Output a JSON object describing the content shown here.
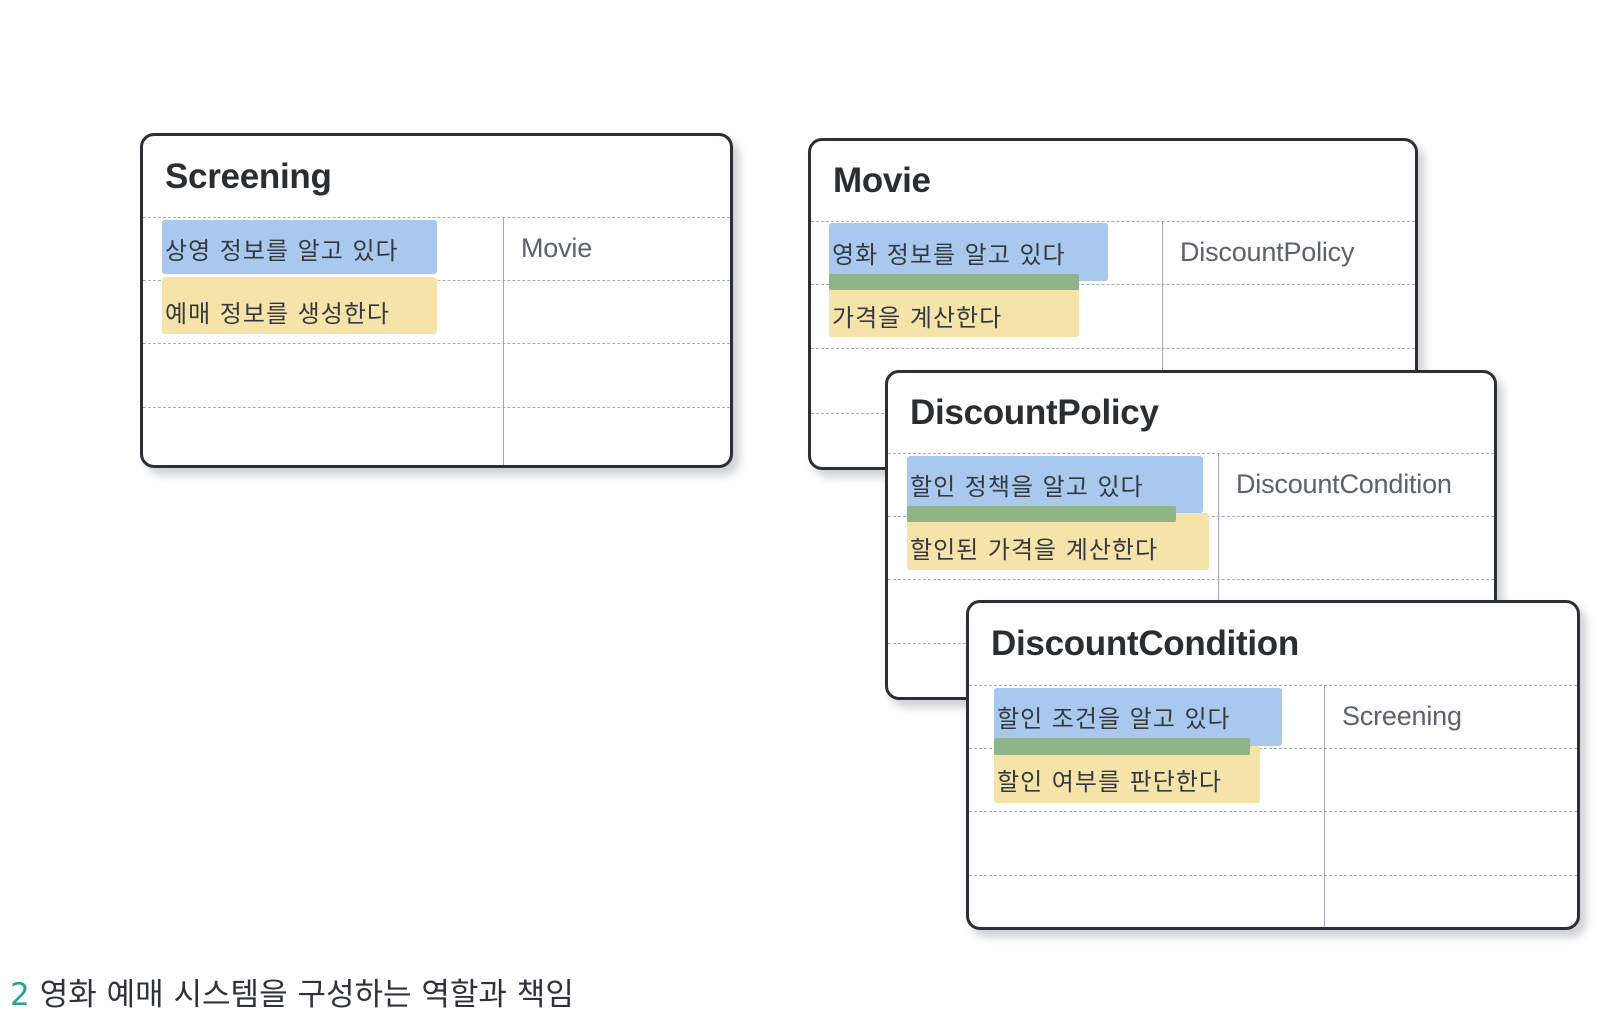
{
  "document": {
    "type": "crc-cards",
    "background": "#ffffff",
    "footnote": {
      "marker": "2",
      "text": "영화 예매 시스템을 구성하는 역할과 책임"
    },
    "colors": {
      "card_border": "#2c2f33",
      "card_fill": "#fefefe",
      "grid_line": "#9aa0a8",
      "highlight_blue": "#a9c8ee",
      "highlight_yellow": "#f6e3a9",
      "highlight_green": "#8fb488",
      "title_text": "#2b2e31",
      "responsibility_text": "#343a40",
      "collaborator_text": "#5d6268",
      "footnote_marker": "#2aa198"
    }
  },
  "cards": [
    {
      "id": "screening",
      "title": "Screening",
      "rows": [
        {
          "responsibility": "상영 정보를 알고 있다",
          "collaborator": "Movie",
          "highlight": "blue"
        },
        {
          "responsibility": "예매 정보를 생성한다",
          "collaborator": "",
          "highlight": "yellow"
        },
        {
          "responsibility": "",
          "collaborator": "",
          "highlight": "none"
        },
        {
          "responsibility": "",
          "collaborator": "",
          "highlight": "none"
        }
      ]
    },
    {
      "id": "movie",
      "title": "Movie",
      "rows": [
        {
          "responsibility": "영화 정보를 알고 있다",
          "collaborator": "DiscountPolicy",
          "highlight": "blue"
        },
        {
          "responsibility": "가격을 계산한다",
          "collaborator": "",
          "highlight": "yellow"
        },
        {
          "responsibility": "",
          "collaborator": "",
          "highlight": "none"
        },
        {
          "responsibility": "",
          "collaborator": "",
          "highlight": "none"
        }
      ]
    },
    {
      "id": "discount-policy",
      "title": "DiscountPolicy",
      "rows": [
        {
          "responsibility": "할인 정책을 알고 있다",
          "collaborator": "DiscountCondition",
          "highlight": "blue"
        },
        {
          "responsibility": "할인된 가격을 계산한다",
          "collaborator": "",
          "highlight": "yellow"
        },
        {
          "responsibility": "",
          "collaborator": "",
          "highlight": "none"
        },
        {
          "responsibility": "",
          "collaborator": "",
          "highlight": "none"
        }
      ]
    },
    {
      "id": "discount-condition",
      "title": "DiscountCondition",
      "rows": [
        {
          "responsibility": "할인 조건을 알고 있다",
          "collaborator": "Screening",
          "highlight": "blue"
        },
        {
          "responsibility": "할인 여부를 판단한다",
          "collaborator": "",
          "highlight": "yellow"
        },
        {
          "responsibility": "",
          "collaborator": "",
          "highlight": "none"
        },
        {
          "responsibility": "",
          "collaborator": "",
          "highlight": "none"
        }
      ]
    }
  ]
}
